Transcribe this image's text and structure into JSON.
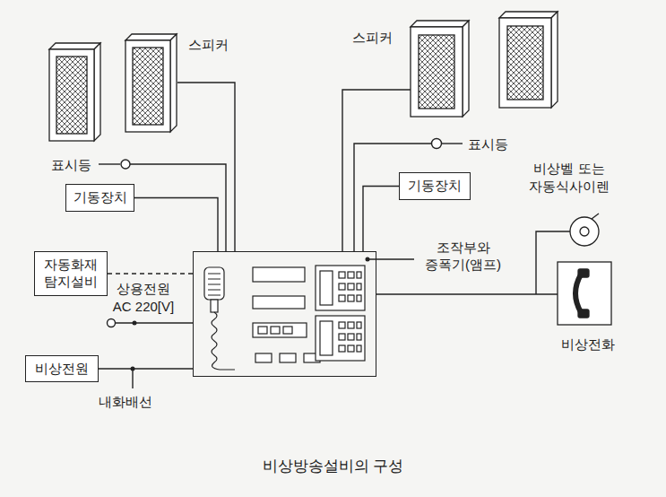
{
  "diagram": {
    "caption": "비상방송설비의 구성",
    "nodes": [
      {
        "text": [
          "기동장치"
        ]
      },
      {
        "text": [
          "기동장치"
        ]
      },
      {
        "text": [
          "자동화재 탐지설비"
        ]
      },
      {
        "text": [
          "조작부와 증폭기(앰프)"
        ]
      },
      {
        "text": [
          "비상전원"
        ]
      }
    ],
    "edges": [
      {
        "from": 0,
        "to": 3,
        "arrow": "none"
      },
      {
        "from": 1,
        "to": 3,
        "arrow": "none"
      },
      {
        "from": 2,
        "to": 3,
        "arrow": "none"
      },
      {
        "from": 4,
        "to": 3,
        "arrow": "none"
      }
    ],
    "labels": [
      "스피커",
      "스피커",
      "표시등",
      "표시등",
      "비상벨 또는 자동식사이렌",
      "상용전원 AC 220[V]",
      "비상전화",
      "내화배선"
    ]
  }
}
